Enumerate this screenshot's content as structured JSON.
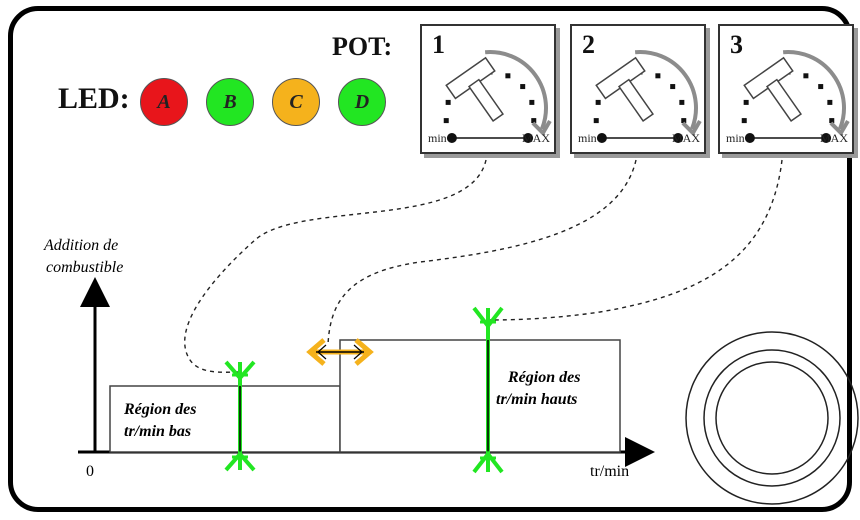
{
  "led_section": {
    "label": "LED:",
    "leds": [
      {
        "letter": "A",
        "color": "#e8151b"
      },
      {
        "letter": "B",
        "color": "#22e622"
      },
      {
        "letter": "C",
        "color": "#f5b21c"
      },
      {
        "letter": "D",
        "color": "#22e622"
      }
    ]
  },
  "pot_section": {
    "label": "POT:",
    "pots": [
      {
        "number": "1",
        "min_label": "min",
        "max_label": "MAX"
      },
      {
        "number": "2",
        "min_label": "min",
        "max_label": "MAX"
      },
      {
        "number": "3",
        "min_label": "min",
        "max_label": "MAX"
      }
    ]
  },
  "chart": {
    "y_axis_label_line1": "Addition de",
    "y_axis_label_line2": "combustible",
    "x_axis_label": "tr/min",
    "origin_label": "0",
    "low_region_line1": "Région des",
    "low_region_line2": "tr/min bas",
    "high_region_line1": "Région des",
    "high_region_line2": "tr/min hauts"
  },
  "colors": {
    "marker_green": "#22e622",
    "marker_orange": "#f5b21c",
    "frame": "#000000"
  },
  "icons": [
    "dial-knob-icon",
    "double-arrow-icon",
    "target-rings-icon"
  ]
}
